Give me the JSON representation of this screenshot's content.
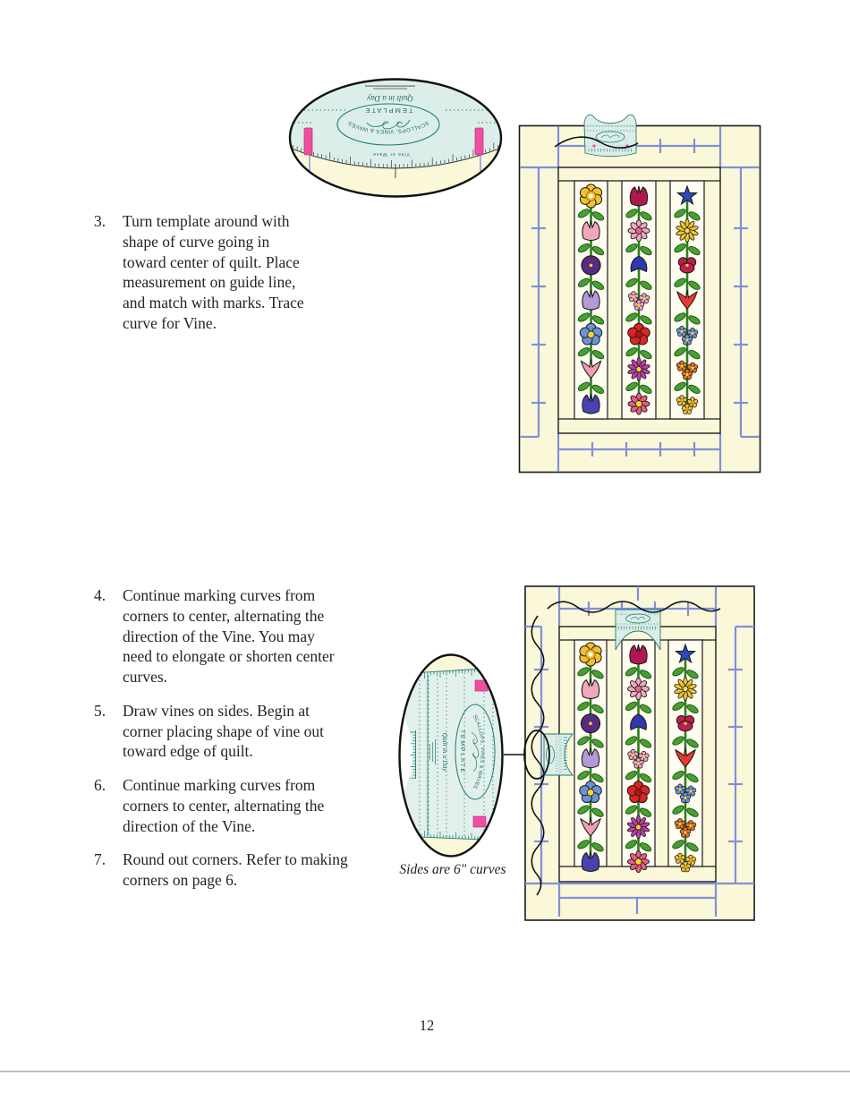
{
  "page": {
    "number": "12"
  },
  "instructions": {
    "items": [
      {
        "num": "3.",
        "text": "Turn template around with shape of curve going in toward center of quilt. Place measurement on guide line, and match with marks. Trace curve for Vine."
      },
      {
        "num": "4.",
        "text": "Continue marking curves from corners to center, alternating the direction of the Vine. You may need to elongate or shorten center curves."
      },
      {
        "num": "5.",
        "text": "Draw vines on sides. Begin at corner placing shape of vine out toward edge of quilt."
      },
      {
        "num": "6.",
        "text": "Continue marking curves from corners to center, alternating the direction of the Vine."
      },
      {
        "num": "7.",
        "text": "Round out corners.  Refer to making corners on page 6."
      }
    ]
  },
  "template": {
    "brand": "Quilt in a Day",
    "series": "SCALLOPS, VINES & WAVES",
    "label": "TEMPLATE",
    "edge_label": "Vine or Wave"
  },
  "figures": {
    "caption_sides": "Sides are 6\" curves"
  },
  "colors": {
    "fabric_cream": "#fbf8da",
    "panel_cream": "#fffdf0",
    "guide_blue": "#8090d6",
    "template_teal_fill": "#dceee9",
    "template_teal_line": "#1e7a72",
    "marker_pink": "#ee4f9f",
    "stem_green": "#2e7d1e",
    "leaf_green": "#47a02b",
    "outline_black": "#1a1a1a"
  },
  "quilt": {
    "panels": 3,
    "flowers_per_panel": 7,
    "columns": [
      {
        "flowers": [
          {
            "type": "ring-flower",
            "color": "#f2c12d",
            "center": "#fdf8de"
          },
          {
            "type": "tulip",
            "color": "#f2a8ba"
          },
          {
            "type": "pom",
            "color": "#582a80",
            "center": "#f4d42e"
          },
          {
            "type": "tulip",
            "color": "#b49ad8"
          },
          {
            "type": "round",
            "color": "#6b92d6",
            "center": "#f4d42e"
          },
          {
            "type": "lily",
            "color": "#f0a0b6"
          },
          {
            "type": "tulip",
            "color": "#4a42ae"
          }
        ]
      },
      {
        "flowers": [
          {
            "type": "tulip",
            "color": "#b0174f"
          },
          {
            "type": "daisy",
            "color": "#f0a8c0",
            "center": "#e06890"
          },
          {
            "type": "bell",
            "color": "#3138b0"
          },
          {
            "type": "cluster",
            "color": "#eda0ca",
            "center": "#f4d42e"
          },
          {
            "type": "round",
            "color": "#df2222",
            "center": "#b01616"
          },
          {
            "type": "aster",
            "color": "#bb3fa4",
            "center": "#f4d42e"
          },
          {
            "type": "daisy",
            "color": "#e85c80",
            "center": "#f4d42e"
          }
        ]
      },
      {
        "flowers": [
          {
            "type": "star",
            "color": "#2d49bb"
          },
          {
            "type": "aster",
            "color": "#efc22f",
            "center": "#f6da70"
          },
          {
            "type": "pansy",
            "color": "#bf1d4e",
            "center": "#f4d42e"
          },
          {
            "type": "lily",
            "color": "#e8392e"
          },
          {
            "type": "cluster",
            "color": "#6f94d8",
            "center": "#f4d42e"
          },
          {
            "type": "cluster",
            "color": "#dd7226",
            "center": "#f4d42e"
          },
          {
            "type": "cluster",
            "color": "#e9bf3a",
            "center": "#e8a020"
          }
        ]
      }
    ]
  }
}
